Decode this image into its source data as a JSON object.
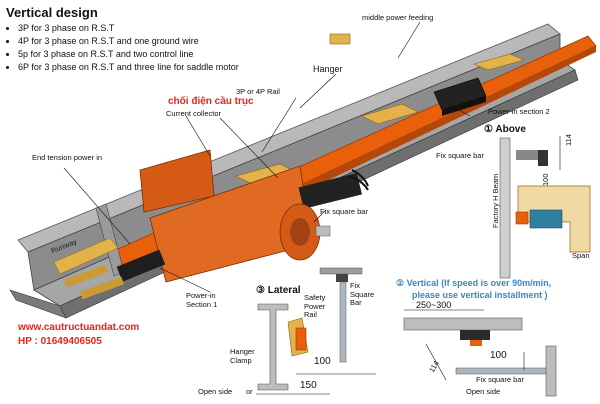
{
  "title": "Vertical design",
  "bullets": [
    "3P for 3 phase on R.S.T",
    "4P for 3 phase on R.S.T and one ground wire",
    "5p for 3 phase on R.S.T and two control line",
    "6P for 3 phase on R.S.T and three line for saddle motor"
  ],
  "labels": {
    "middle_power_feeding": "middle power feeding",
    "hanger": "Hanger",
    "rail_type": "3P or 4P Rail",
    "watermark": "chối điện cầu trục",
    "current_collector": "Current collector",
    "end_tension": "End tension power in",
    "fix_square_bar": "Fix square bar",
    "runway": "Runway",
    "power_in_1": "Power-in",
    "power_in_1b": "Section 1",
    "power_in_2": "Power-in section 2",
    "above": "① Above",
    "fix_square_bar_above": "Fix square bar",
    "factory_h_beam": "Factory H Beam",
    "span": "Span",
    "dim_114": "114",
    "dim_100_above": "100",
    "lateral": "③ Lateral",
    "safety_power_rail": "Safety Power Rail",
    "fix_square_bar_side": "Fix Square Bar",
    "hanger_clamp": "Hanger Clamp",
    "dim_100_lat": "100",
    "dim_150": "150",
    "open_side": "Open side",
    "or": "or",
    "vertical_note": "② Vertical (If speed is over 90m/min,",
    "vertical_note2": "please use vertical installment )",
    "dim_250_300": "250~300",
    "dim_100_vert": "100",
    "dim_114_vert": "114",
    "fix_square_bar_vert": "Fix square bar",
    "open_side_vert": "Open side",
    "website": "www.cautructuandat.com",
    "phone": "HP : 01649406505"
  },
  "colors": {
    "rail_orange": "#e8600c",
    "beam_grey": "#8c8c8c",
    "hanger_yellow": "#e3b24a",
    "motor_orange": "#d55a16",
    "accent_red": "#e8241c",
    "accent_blue": "#3a86c8"
  }
}
